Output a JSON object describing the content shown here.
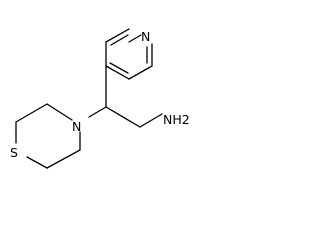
{
  "molecule": {
    "atoms": {
      "pyridine_n": "N",
      "thiomorpholine_n": "N",
      "thiomorpholine_s": "S",
      "amine": "NH2"
    },
    "colors": {
      "bond": "#000000",
      "label": "#000000",
      "background": "#ffffff"
    }
  }
}
